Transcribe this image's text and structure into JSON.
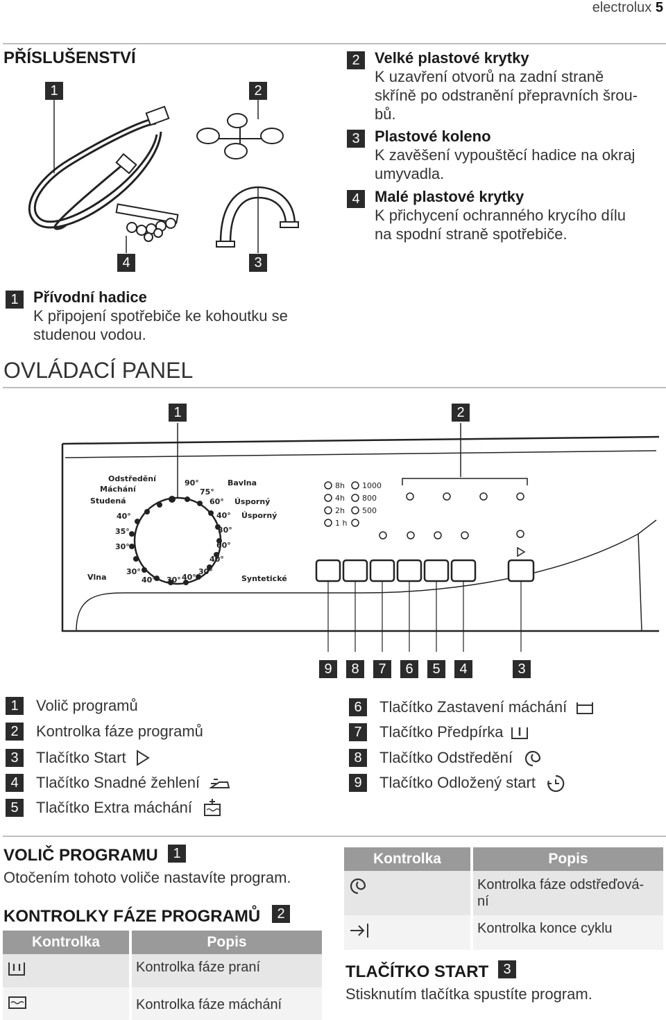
{
  "header": {
    "brand": "electrolux",
    "page": "5"
  },
  "accessories": {
    "title": "PŘÍSLUŠENSTVÍ",
    "callouts": [
      "1",
      "2",
      "4",
      "3"
    ],
    "items": [
      {
        "num": "2",
        "title": "Velké plastové krytky",
        "lines": [
          "K uzavření otvorů na zadní straně",
          "skříně po odstranění přepravních šrou-",
          "bů."
        ]
      },
      {
        "num": "3",
        "title": "Plastové koleno",
        "lines": [
          "K zavěšení vypouštěcí hadice na okraj",
          "umyvadla."
        ]
      },
      {
        "num": "4",
        "title": "Malé plastové krytky",
        "lines": [
          "K přichycení ochranného krycího dílu",
          "na spodní straně spotřebiče."
        ]
      },
      {
        "num": "1",
        "title": "Přívodní hadice",
        "lines": [
          "K připojení spotřebiče ke kohoutku se",
          "studenou vodou."
        ]
      }
    ]
  },
  "control_panel": {
    "title": "OVLÁDACÍ PANEL",
    "top_callouts": [
      "1",
      "2"
    ],
    "bottom_callouts": [
      "9",
      "8",
      "7",
      "6",
      "5",
      "4",
      "3"
    ],
    "dial": {
      "left_labels": [
        "Odstředění",
        "Máchání",
        "Studená",
        "40°",
        "35°",
        "30°"
      ],
      "right_labels": [
        "Bavlna",
        "Úsporný",
        "Úsporný",
        "90°",
        "75°",
        "60°",
        "40°",
        "30°",
        "60°",
        "40°",
        "30°"
      ],
      "bottom_labels": [
        "Vlna",
        "30°",
        "40°",
        "30°",
        "40°",
        "Syntetické"
      ]
    },
    "delay_labels": [
      "8h",
      "4h",
      "2h",
      "1 h"
    ],
    "spin_labels": [
      "1000",
      "800",
      "500"
    ]
  },
  "legend": {
    "left": [
      {
        "num": "1",
        "text": "Volič programů"
      },
      {
        "num": "2",
        "text": "Kontrolka fáze programů"
      },
      {
        "num": "3",
        "text": "Tlačítko Start"
      },
      {
        "num": "4",
        "text": "Tlačítko Snadné žehlení"
      },
      {
        "num": "5",
        "text": "Tlačítko Extra máchání"
      }
    ],
    "right": [
      {
        "num": "6",
        "text": "Tlačítko Zastavení máchání"
      },
      {
        "num": "7",
        "text": "Tlačítko Předpírka"
      },
      {
        "num": "8",
        "text": "Tlačítko Odstředění"
      },
      {
        "num": "9",
        "text": "Tlačítko Odložený start"
      }
    ]
  },
  "selector": {
    "title": "VOLIČ PROGRAMU",
    "num": "1",
    "text": "Otočením tohoto voliče nastavíte program."
  },
  "phase_lights": {
    "title": "KONTROLKY FÁZE PROGRAMŮ",
    "num": "2",
    "headers": [
      "Kontrolka",
      "Popis"
    ],
    "rows": [
      {
        "icon": "wash-tub-icon",
        "desc": "Kontrolka fáze praní"
      },
      {
        "icon": "rinse-tub-icon",
        "desc": "Kontrolka fáze máchání"
      }
    ]
  },
  "right_table": {
    "headers": [
      "Kontrolka",
      "Popis"
    ],
    "rows": [
      {
        "icon": "spin-icon",
        "desc_lines": [
          "Kontrolka fáze odstřeďová-",
          "ní"
        ]
      },
      {
        "icon": "end-cycle-icon",
        "desc_lines": [
          "Kontrolka konce cyklu"
        ]
      }
    ]
  },
  "start": {
    "title": "TLAČÍTKO START",
    "num": "3",
    "text": "Stisknutím tlačítka spustíte program."
  }
}
